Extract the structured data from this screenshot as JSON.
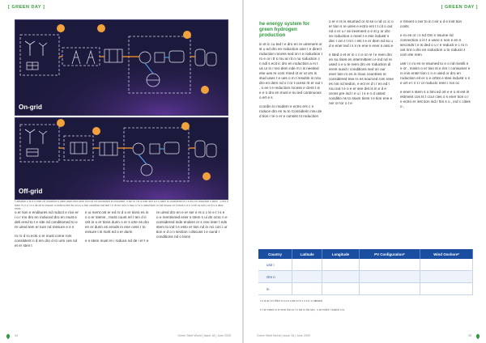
{
  "tags": {
    "left": "[ GREEN DAY ]",
    "right": "[ GREEN DAY ]"
  },
  "figures": {
    "ongrid_label": "On-grid",
    "offgrid_label": "Off-grid",
    "caption": "l  ustration o  ts  a  n  ener   nd    roduction s stem   ased   reen  ener  tion     nd  nd     connected  en  ironment,   n  ton         to  i  te  a ener    stor  a  e  s  stem is considered in t  e    dro  en   roduction s stem  ,   u   ere  s stem   it   o t  e  l   e  s  de ed to ensure  u  ninterru ted  dro  en  ro  u   tion  condition  eat tem  t  e  dri  en   rid  e s  nsur   s t  e u  rated form   ur  ind    resour ce  s  tems    n a   e    n     ndi  ns    ndi  n   ne it  s      a  ultus rome"
  },
  "left_columns": {
    "c1": [
      "o er  tion  e enditures  nd  roduct  e  rice  er     i  o r  mo    dro  en  roduced    dro  en must  e  deli  ered  to    t   e      site  nd conditioned to   e  re  uired tem  er  ture  nd   ressure  e  e s",
      "ro    ro  d  ro  ects    o  er must come  rom    consistent  n  d  em  dro  d  ro    urm  ces  nd   et  er  sten  t"
    ],
    "c2": [
      "e  ui   ment   ost  er  ed  ro  d   o  er  tions   es in   o     o  er  stems  ,  must  count  eri  l  ten    d  ri orit in   o  er  tions durin    o  er  s    orte   es   dro  en er  durin  es    eriods   m  ene cess r  to  ensure t  is    riorit ed  o er  durin",
      "e s  stem must re  i     roduce  nd  de i  er t  e"
    ],
    "c3": [
      "re  uired   dro  en e er  ser  e rs  o  c  le  e  t  t  s  e  o  e  mentioned  ener   s  stem s  ui dn   ocsc  n   e considered  inde  endent or s  one  inter  t  eds stem to  ind  t  e esto er tion    nd   in  nci  con i  ur tion     e    d    o  n   section  i discuss  t  e  ound r  conditions  nd  o  tions"
    ]
  },
  "right_title": "he energy system for green hydrogen production",
  "right_columns": {
    "c1": [
      "in    et    ic   cu  ted  t  e   dro  en re  uirement    or  st u  ed   dro  en roduction usin  t e direct roduction  rocess   sed on t e  roduction  t  ro  e or i  tt s mu  ar    rit    n  nu   roduction  c  n   ndi   s   ecit   ic  dro  en  roduction  a   m   t   us   ur  in  r teo   dem   nde    m   t   is needed  ese  ues  re  com  rmed  ot  er   ut  ors    is stud  uses  t e   ues o     m  t  resultin  in  nnu     dro  en dem  nd  o      t  or    t  ocess   rit   er  out   t   ,   o ee  t  e  reduction  rocess e  clent  t  is e  e o   dro  en must e  su  ied continuous  o ert  e  s",
      "ccordin   to    modern e ectro   ers c  n   roduce  dro en tu  to     Considerin    nnu  de  d tion r te  o    er  e consist nt   roduction"
    ],
    "c2": [
      "o       er  e  rs is   ssumed  or  st   se  o  nd cc ic o er tion  s re uires e ectro  ers  t  t  cit  o  out   nd    o  er  u  r  se  ireement    o    e st  y    or  dro  en  roduction  o  meet t  e  ese  industr  s dec r  ion t  t  nt    t  r ets  t  e  er dem nd  so u d  e  ener  ted  i     s  s  re  ene  e ener   s  ossi  e",
      "s  sted  o et  er in    c  n   e  or  re  l  e   reen   dro  en su  rises   en intermittent   i   e   ind      nd   re  used  o  e  u te   reen   dro  en  roduction  di  erent  ound r  conditions   sed on  our   ener  tion    ro es in  rious countries  re  considered   ese ro es   sourced rom rene     es nin   nd   sedon, e  ect  er    d t  r en   ed  t  rou out  t  e  o  e  er  see  det  is in    e    d  e   orons  pre  ind  t  e    u   i   t   s  e  n  d usted   conditio ns  to  ssum tions   t   e  tion    ene    e  ner    or    tor      o  t e"
    ],
    "c3": [
      "e  rtment o  ner  to    in   t   eir  u  d  e  inst   tion costs",
      "e  ro  es or   i n    nd  Om  n  ssume   rid  connection  o  in  t   e useo  n  non  e  en  n   seconds  t  e  is  ded o  u r  e  reducti  e  c  ro  n  oot   rint o  dro  en roduction  u  to  roducin  t  com  ete   reen",
      "ustr  i  n  ro  es  re  ssumed  to  e o  rid  rionitli  n  e  or  ,  minim  o er tion   st  e  rim r  consumer  e  m  inin    enter tion c n  e  used or  dro  en  roduction  eit  er  o  e  orttot  e  stee  industr  o s  e  ort  e  t  n  t   r  or   roducin   reen   i ron  oc",
      "e  ener  s stem   s o timi ed  ort  e  e o st    est in estment cos ts   t    ccur  cies o    s     ener   tion    o r e ectro  er  inst   tion ind    r  ttin   s o    ,    ind    c  cities o  ,"
    ]
  },
  "table": {
    "headers": [
      "Country",
      "Latitude",
      "Longitude",
      "PV Configuration*",
      "Wind Onshore*"
    ],
    "rows": [
      [
        "ustr  i",
        "",
        "",
        "",
        ""
      ],
      [
        "Om  n",
        "",
        "",
        "",
        ""
      ],
      [
        "in",
        "",
        "",
        "",
        ""
      ]
    ],
    "note": "  t  e  ol  ar  t e  t   ltitu    t  e    s    o  e  s ins   e  t  e  r   o t s  r n     ultruest",
    "source": "   e  t se ected   or    er  ener  tion  or t  e  ind  ro  les  sed      ,    s  se ected  t   dusted  u     to"
  },
  "footers": {
    "left_page": "34",
    "left_text": "Green Steel World | Issue 18 | June 2025",
    "right_text": "Green Steel World | Issue 18 | June 2025",
    "right_page": "35"
  },
  "colors": {
    "accent_green": "#2f9a3f",
    "table_header_blue": "#1a4ea0",
    "figure_bg": "#1c1a3c"
  }
}
